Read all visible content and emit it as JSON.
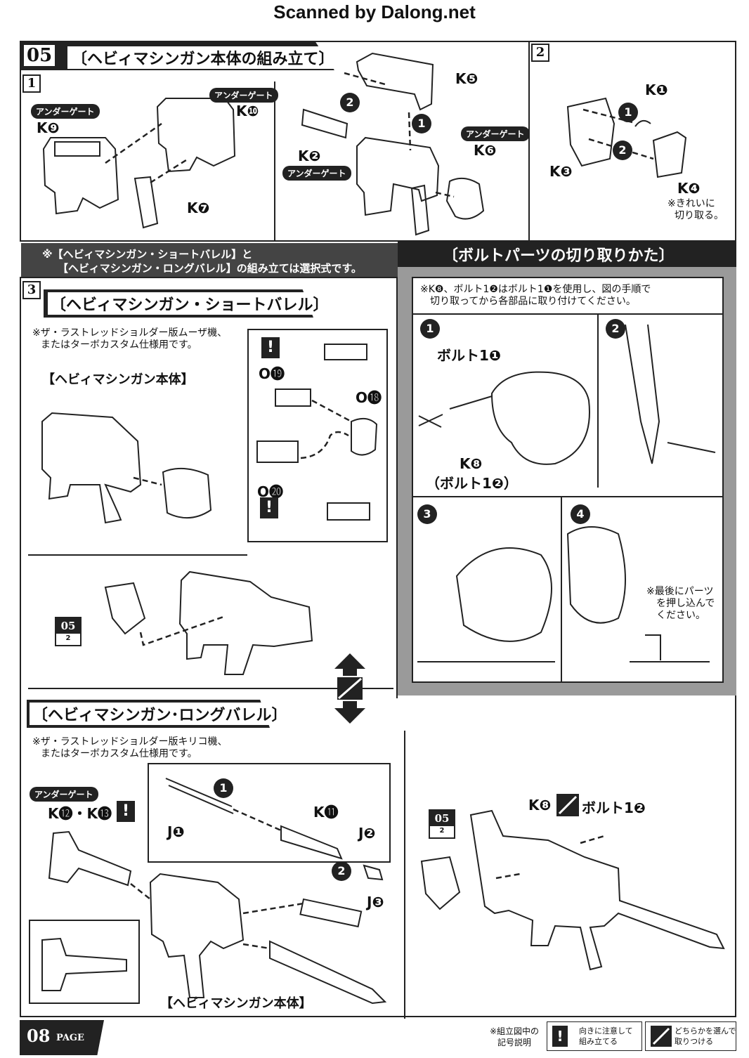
{
  "header": {
    "scan_credit": "Scanned by Dalong.net"
  },
  "section": {
    "number": "05",
    "title": "〔ヘビィマシンガン本体の組み立て〕"
  },
  "step1": {
    "num": "1",
    "tags": [
      "アンダーゲート",
      "アンダーゲート",
      "アンダーゲート",
      "アンダーゲート"
    ],
    "parts": [
      "K❾",
      "K❿",
      "K❼",
      "K❷",
      "K❺",
      "K❻"
    ]
  },
  "step2": {
    "num": "2",
    "parts": [
      "K❶",
      "K❸",
      "K❹"
    ],
    "note1": "※きれいに",
    "note2": "切り取る。"
  },
  "choice_note": {
    "line1": "※【ヘビィマシンガン・ショートバレル】と",
    "line2": "【ヘビィマシンガン・ロングバレル】の組み立ては選択式です。"
  },
  "bolt": {
    "title": "〔ボルトパーツの切り取りかた〕",
    "note1": "※K❽、ボルト1❷はボルト1❶を使用し、図の手順で",
    "note2": "切り取ってから各部品に取り付けてください。",
    "step_nums": [
      "1",
      "2",
      "3",
      "4"
    ],
    "bolt_label": "ボルト1❶",
    "k8_label": "K❽",
    "k8_sub": "（ボルト1❷）",
    "push1": "※最後にパーツ",
    "push2": "を押し込んで",
    "push3": "ください。"
  },
  "step3": {
    "num": "3",
    "short_title": "〔ヘビィマシンガン・ショートバレル〕",
    "short_note1": "※ザ・ラストレッドショルダー版ムーザ機、",
    "short_note2": "またはターボカスタム仕様用です。",
    "body_label": "【ヘビィマシンガン本体】",
    "parts": [
      "O⓳",
      "O⓲",
      "O⓴"
    ],
    "ref": "05",
    "ref_sub": "2"
  },
  "long": {
    "title": "〔ヘビィマシンガン･ロングバレル〕",
    "note1": "※ザ・ラストレッドショルダー版キリコ機、",
    "note2": "またはターボカスタム仕様用です。",
    "tag": "アンダーゲート",
    "parts_k": "K⓬・K⓭",
    "parts": [
      "J❶",
      "K⓫",
      "J❷",
      "J❸"
    ],
    "body_label": "【ヘビィマシンガン本体】",
    "bolt_label": "K❽",
    "bolt2": "ボルト1❷",
    "ref": "05",
    "ref_sub": "2"
  },
  "footer": {
    "page": "08",
    "page_word": "PAGE",
    "legend_title1": "※組立図中の",
    "legend_title2": "記号説明",
    "legend1a": "向きに注意して",
    "legend1b": "組み立てる",
    "legend2a": "どちらかを選んで",
    "legend2b": "取りつける"
  }
}
